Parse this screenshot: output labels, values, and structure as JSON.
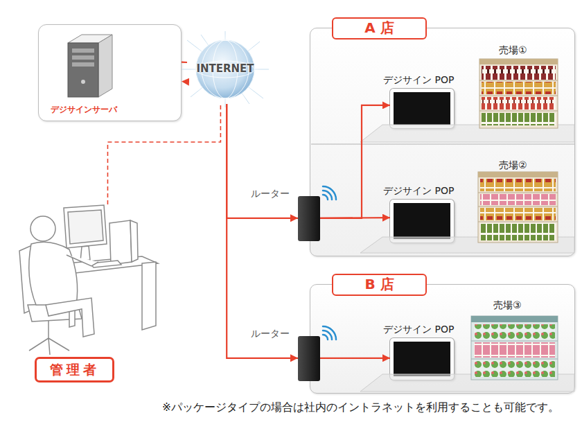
{
  "diagram": {
    "nodes": [
      {
        "text": [
          "デジサインサーバ"
        ]
      },
      {
        "text": [
          "INTERNET"
        ]
      },
      {
        "text": [
          "A 店"
        ]
      },
      {
        "text": [
          "デジサイン POP"
        ],
        "in": 2
      },
      {
        "text": [
          "デジサイン POP"
        ],
        "in": 2
      },
      {
        "text": [
          "ルーター"
        ]
      },
      {
        "text": [
          "B 店"
        ]
      },
      {
        "text": [
          "デジサイン POP"
        ],
        "in": 6
      },
      {
        "text": [
          "ルーター"
        ]
      },
      {
        "text": [
          "管理者"
        ]
      }
    ],
    "edges": [
      {
        "from": 0,
        "to": 1,
        "arrow": "none"
      },
      {
        "from": 1,
        "to": 0,
        "arrow": "to"
      },
      {
        "from": 9,
        "to": 1,
        "arrow": "none"
      },
      {
        "from": 1,
        "to": 5,
        "arrow": "to"
      },
      {
        "from": 1,
        "to": 8,
        "arrow": "to"
      },
      {
        "from": 5,
        "to": 3,
        "arrow": "to"
      },
      {
        "from": 5,
        "to": 4,
        "arrow": "to"
      },
      {
        "from": 8,
        "to": 7,
        "arrow": "to"
      }
    ],
    "labels": [
      "売場①",
      "売場②",
      "売場③",
      "※パッケージタイプの場合は社内のイントラネットを利用することも可能です。"
    ]
  }
}
